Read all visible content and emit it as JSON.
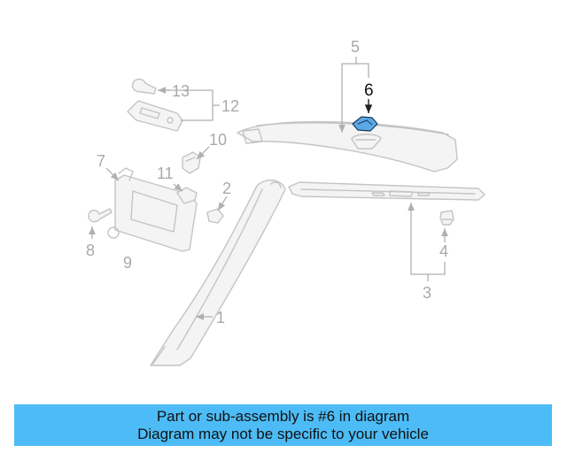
{
  "diagram": {
    "callouts": [
      "1",
      "2",
      "3",
      "4",
      "5",
      "6",
      "7",
      "8",
      "9",
      "10",
      "11",
      "12",
      "13"
    ],
    "highlighted_part": "6",
    "highlight_color": "#5aa8e6"
  },
  "banner": {
    "line1": "Part or sub-assembly is #6 in diagram",
    "line2": "Diagram may not be specific to your vehicle",
    "background": "#4dbcf6"
  }
}
